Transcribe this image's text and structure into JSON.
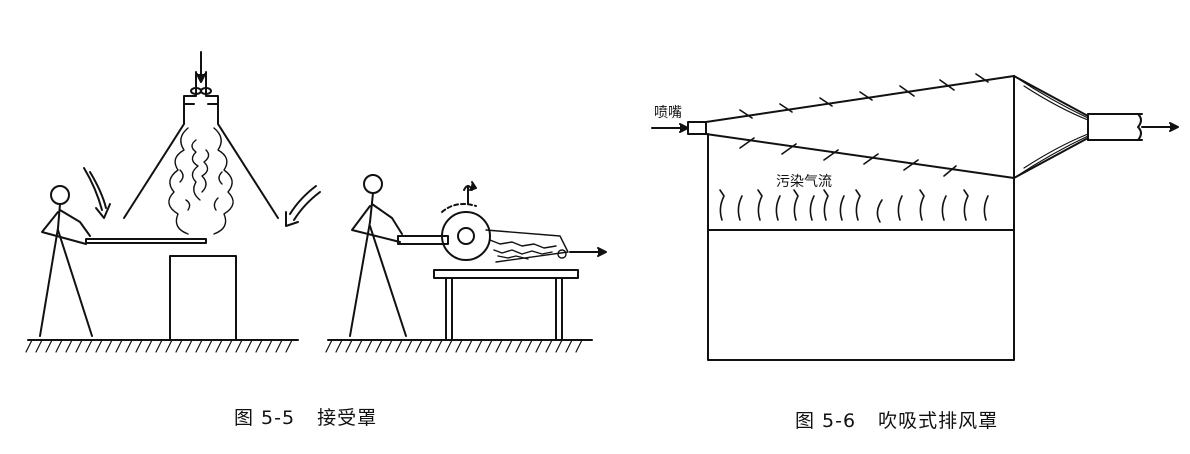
{
  "figures": [
    {
      "number": "图 5-5",
      "title": "接受罩"
    },
    {
      "number": "图 5-6",
      "title": "吹吸式排风罩",
      "labels": {
        "nozzle": "喷嘴",
        "contaminated_airflow": "污染气流"
      }
    }
  ]
}
